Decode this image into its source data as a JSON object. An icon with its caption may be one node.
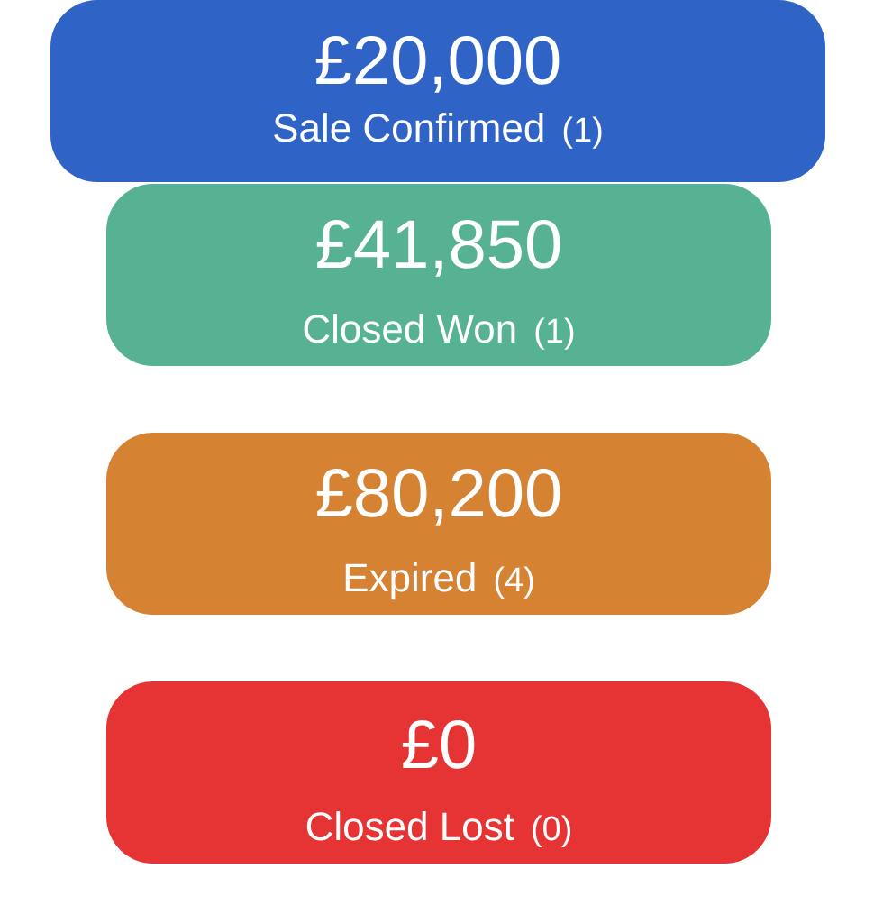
{
  "diagram": {
    "nodes": [
      {
        "text": [
          "£20,000",
          "Sale Confirmed",
          "(1)"
        ]
      },
      {
        "text": [
          "£41,850",
          "Closed Won",
          "(1)"
        ]
      },
      {
        "text": [
          "£80,200",
          "Expired",
          "(4)"
        ]
      },
      {
        "text": [
          "£0",
          "Closed Lost",
          "(0)"
        ]
      }
    ]
  }
}
